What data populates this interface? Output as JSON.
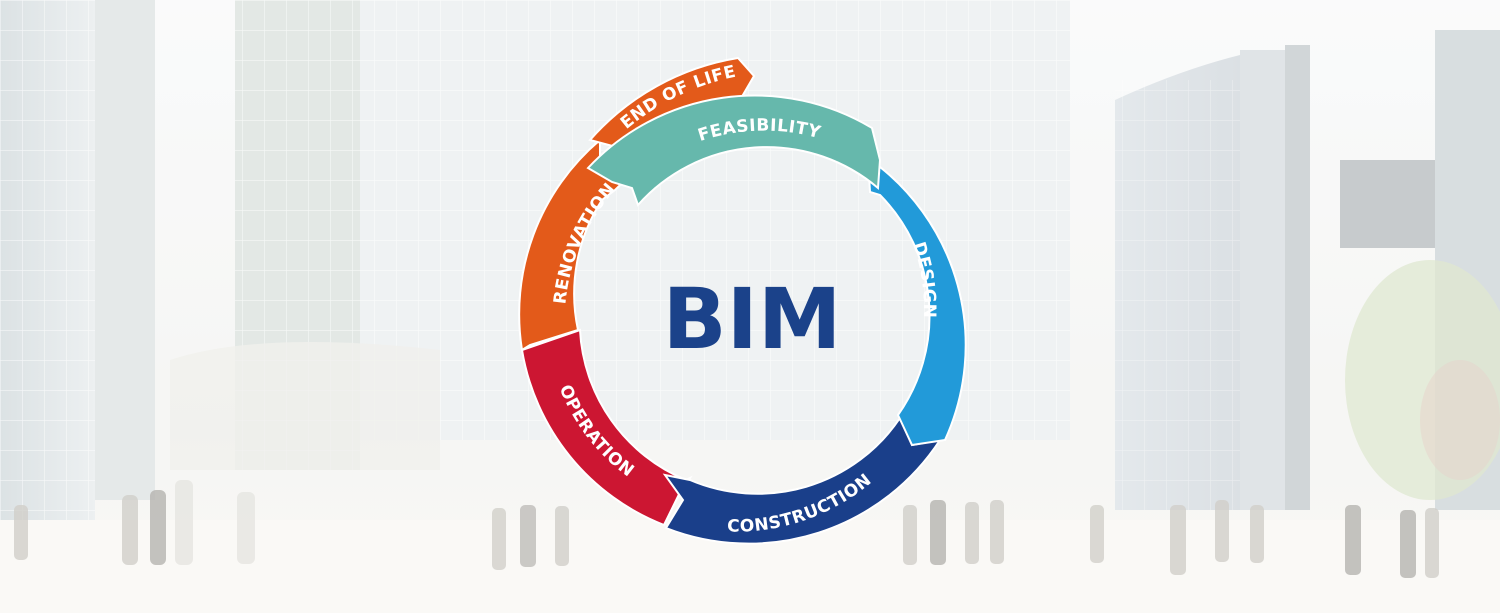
{
  "diagram": {
    "center_label": "BIM",
    "center_color": "#1b428a",
    "stages": [
      {
        "id": "feasibility",
        "label": "FEASIBILITY",
        "color": "#66b8ac"
      },
      {
        "id": "design",
        "label": "DESIGN",
        "color": "#229ad9"
      },
      {
        "id": "construction",
        "label": "CONSTRUCTION",
        "color": "#1a3f8a"
      },
      {
        "id": "operation",
        "label": "OPERATION",
        "color": "#cc1632"
      },
      {
        "id": "renovation",
        "label": "RENOVATION",
        "color": "#e35a1a"
      },
      {
        "id": "end-of-life",
        "label": "END OF LIFE",
        "color": "#e35a1a"
      }
    ]
  },
  "background": {
    "description": "faded photo of glass office towers and pedestrians",
    "tint": "#f4f3ef"
  }
}
